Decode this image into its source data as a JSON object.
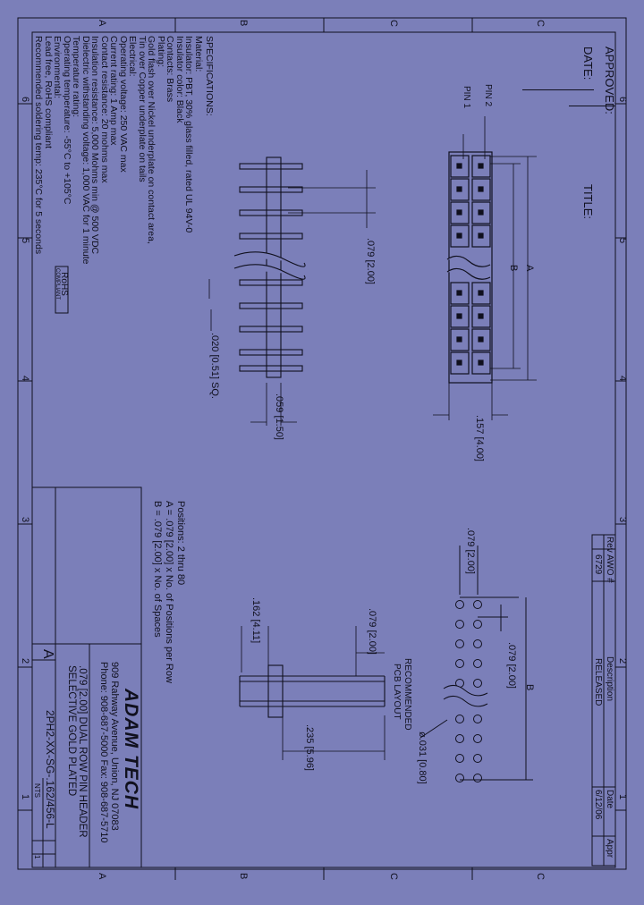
{
  "sheet": {
    "background": "#7b7fb9",
    "line_color": "#10101e",
    "zone_letters": [
      "A",
      "B",
      "C"
    ],
    "zone_numbers": [
      "6",
      "5",
      "4",
      "3",
      "2",
      "1"
    ]
  },
  "approval": {
    "approved_label": "APPROVED:",
    "date_label": "DATE:",
    "title_label": "TITLE:"
  },
  "pin_labels": {
    "pin2": "PIN 2",
    "pin1": "PIN 1"
  },
  "specifications": {
    "heading": "SPECIFICATIONS:",
    "lines": [
      "Material:",
      "Insulator: PBT, 30% glass filled, rated UL 94V-0",
      "Insulator color: Black",
      "Contacts: Brass",
      "Plating:",
      "Gold flash over Nickel underplate on contact area,",
      "Tin over Copper underplate on tails",
      "Electrical:",
      "Operating voltage: 250 VAC max",
      "Current rating: 1 Amp max",
      "Contact resistance: 20 mohms max",
      "Insulation resistance: 5,000 Mohms min @ 500 VDC",
      "Dielectric withstanding voltage: 1,000 VAC for 1 minute",
      "Temperature rating:",
      "Operating temperature: -55°C to +105°C",
      "Environmental:",
      "Lead free, RoHS compliant",
      "Recommended soldering temp: 235°C for 5 seconds"
    ],
    "rohs_badge": [
      "RoHS",
      "COMPLIANT"
    ]
  },
  "dimensions": {
    "pitch": ".079 [2.00]",
    "pin_size": ".020 [0.51] SQ.",
    "body_thickness": ".059 [1.50]",
    "body_width": ".157 [4.00]",
    "dim_a": "A",
    "dim_b": "B",
    "post_height": ".162 [4.11]",
    "tail_length": ".235 [5.96]",
    "hole_dia": "ø.031 [0.80]"
  },
  "positions": {
    "line1": "Positions: 2 thru 80",
    "line2": "A = .079 [2.00] x No. of Positions per Row",
    "line3": "B = .079 [2.00] x No. of Spaces"
  },
  "pcb_layout_label": [
    "RECOMMENDED",
    "PCB LAYOUT"
  ],
  "revision_block": {
    "headers": [
      "Rev",
      "AWO #",
      "Description",
      "Date",
      "Appr"
    ],
    "row": [
      "",
      "6729",
      "RELEASED",
      "6/12/06",
      ""
    ]
  },
  "title_block": {
    "company": "ADAM TECH",
    "address": "909 Rahway Avenue, Union, NJ 07083",
    "phone": "Phone: 908-687-5000 Fax: 908-687-5710",
    "title_line1": ".079 [2.00] DUAL ROW PIN HEADER",
    "title_line2": "SELECTIVE GOLD PLATED",
    "part_number": "2PH2-XX-SG-.162/456-L",
    "size": "A",
    "scale": "NTS",
    "sheet_no": "1"
  }
}
